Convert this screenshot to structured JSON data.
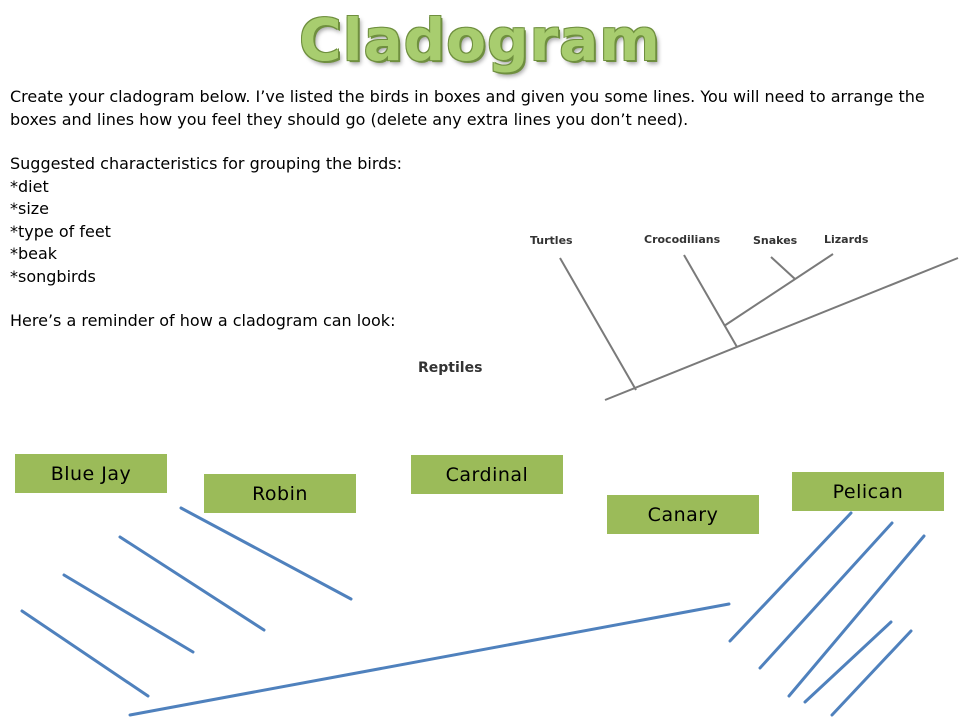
{
  "title": "Cladogram",
  "instructions": {
    "paragraph1": "Create your cladogram below. I’ve listed the birds in boxes and given you some lines. You will need to arrange the boxes and lines how you feel they should go (delete any extra lines you don’t need).",
    "characteristics_heading": "Suggested characteristics for grouping the birds:",
    "characteristics": [
      "*diet",
      "*size",
      "*type of feet",
      "*beak",
      "*songbirds"
    ],
    "reminder": "Here’s a reminder of how a cladogram can look:"
  },
  "example": {
    "group_label": "Reptiles",
    "taxa": [
      "Turtles",
      "Crocodilians",
      "Snakes",
      "Lizards"
    ]
  },
  "birds": [
    "Blue Jay",
    "Robin",
    "Cardinal",
    "Canary",
    "Pelican"
  ],
  "colors": {
    "title_fill": "#a8cd6f",
    "title_stroke": "#6f8f3f",
    "box_fill": "#9bbb59",
    "line": "#4f81bd",
    "example_line": "#7a7a7a"
  }
}
